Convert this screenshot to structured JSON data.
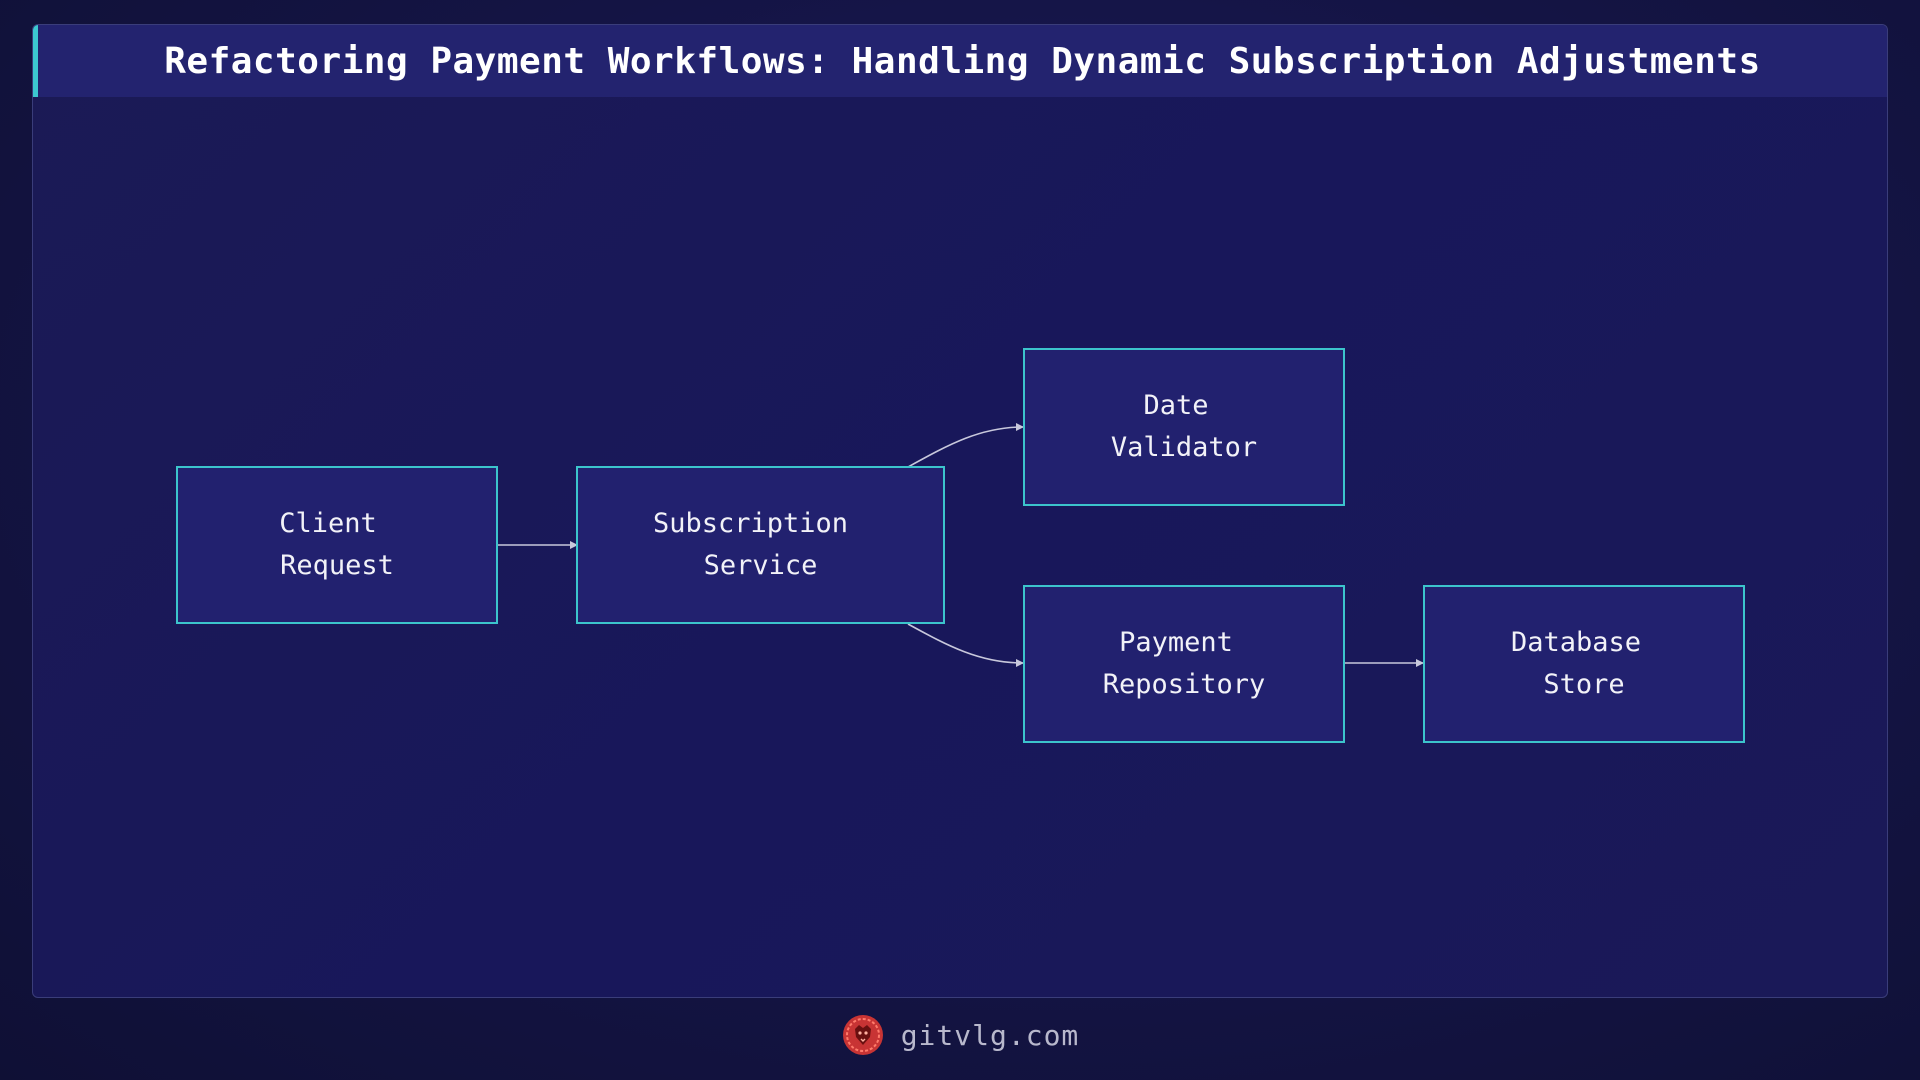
{
  "title": "Refactoring Payment Workflows: Handling Dynamic Subscription Adjustments",
  "nodes": {
    "client": {
      "line1": "Client",
      "line2": "Request"
    },
    "subscription": {
      "line1": "Subscription",
      "line2": "Service"
    },
    "date": {
      "line1": "Date",
      "line2": "Validator"
    },
    "payment": {
      "line1": "Payment",
      "line2": "Repository"
    },
    "database": {
      "line1": "Database",
      "line2": "Store"
    }
  },
  "edges": [
    {
      "from": "Client Request",
      "to": "Subscription Service"
    },
    {
      "from": "Subscription Service",
      "to": "Date Validator"
    },
    {
      "from": "Subscription Service",
      "to": "Payment Repository"
    },
    {
      "from": "Payment Repository",
      "to": "Database Store"
    }
  ],
  "footer": {
    "site": "gitvlg.com",
    "logo_icon": "lion-head-icon"
  },
  "colors": {
    "background": "#11123a",
    "node_fill": "#22216f",
    "node_border": "#3cc4cc",
    "accent": "#3cc8d0",
    "edge": "#c8c8dc",
    "logo": "#d33a3a"
  }
}
